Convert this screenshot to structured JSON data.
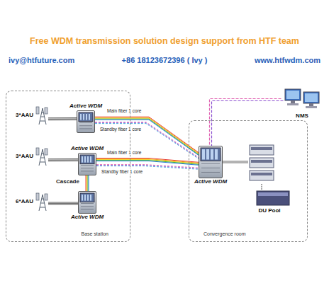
{
  "diagram": {
    "title": "Free WDM transmission solution design support from HTF team",
    "nodes": [
      {
        "text": [
          "Base station"
        ]
      },
      {
        "text": [
          "3*AAU"
        ],
        "in": 0
      },
      {
        "text": [
          "Active WDM"
        ],
        "in": 0
      },
      {
        "text": [
          "3*AAU"
        ],
        "in": 0
      },
      {
        "text": [
          "Active WDM"
        ],
        "in": 0
      },
      {
        "text": [
          "6*AAU"
        ],
        "in": 0
      },
      {
        "text": [
          "Active WDM"
        ],
        "in": 0
      },
      {
        "text": [
          "Convergence room"
        ]
      },
      {
        "text": [
          "Active WDM"
        ],
        "in": 7
      },
      {
        "text": [
          "DU Pool"
        ],
        "in": 7
      },
      {
        "text": [
          "NMS"
        ]
      }
    ],
    "edges": [
      {
        "from": 1,
        "to": 2,
        "arrow": "none"
      },
      {
        "from": 3,
        "to": 4,
        "arrow": "none"
      },
      {
        "from": 5,
        "to": 6,
        "arrow": "none"
      },
      {
        "from": 2,
        "to": 8,
        "label": "Main fiber 1 core",
        "arrow": "none"
      },
      {
        "from": 2,
        "to": 8,
        "label": "Standby fiber 1 core",
        "arrow": "none"
      },
      {
        "from": 4,
        "to": 8,
        "label": "Main fiber 1 core",
        "arrow": "none"
      },
      {
        "from": 4,
        "to": 8,
        "label": "Standby fiber 1 core",
        "arrow": "none"
      },
      {
        "from": 4,
        "to": 6,
        "label": "Cascade",
        "arrow": "none"
      },
      {
        "from": 8,
        "to": 9,
        "arrow": "none"
      },
      {
        "from": 8,
        "to": 10,
        "arrow": "none"
      }
    ],
    "labels": [
      "ivy@htfuture.com",
      "+86 18123672396 ( Ivy )",
      "www.htfwdm.com"
    ]
  }
}
